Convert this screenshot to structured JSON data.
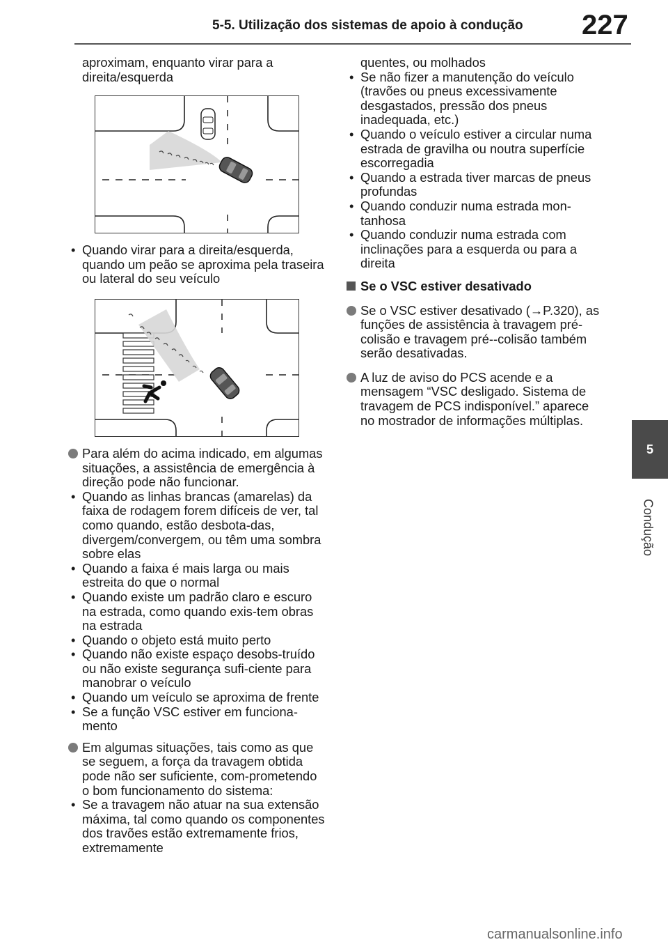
{
  "header": {
    "title": "5-5. Utilização dos sistemas de apoio à condução",
    "page_number": "227"
  },
  "side_tab": {
    "number": "5",
    "label": "Condução"
  },
  "left_column": {
    "intro": "aproximam, enquanto virar para a direita/esquerda",
    "bullet_pedestrian": "Quando virar para a direita/esquerda, quando um peão se aproxima pela traseira ou lateral do seu veículo",
    "circle_1": "Para além do acima indicado, em algumas situações, a assistência de emergência à direção pode não funcionar.",
    "bullets_1": [
      "Quando as linhas brancas (amarelas) da faixa de rodagem forem difíceis de ver, tal como quando, estão desbota-das, divergem/convergem, ou têm uma sombra sobre elas",
      "Quando a faixa é mais larga ou mais estreita do que o normal",
      "Quando existe um padrão claro e escuro na estrada, como quando exis-tem obras na estrada",
      "Quando o objeto está muito perto",
      "Quando não existe espaço desobs-truído ou não existe segurança sufi-ciente para manobrar o veículo",
      "Quando um veículo se aproxima de frente",
      "Se a função VSC estiver em funciona-mento"
    ],
    "circle_2": "Em algumas situações, tais como as que se seguem, a força da travagem obtida pode não ser suficiente, com-prometendo o bom funcionamento do sistema:",
    "bullets_2_first": "Se a travagem não atuar na sua extensão máxima, tal como quando os componentes dos travões estão extremamente frios, extremamente"
  },
  "right_column": {
    "continued": "quentes, ou molhados",
    "bullets": [
      "Se não fizer a manutenção do veículo (travões ou pneus excessivamente desgastados, pressão dos pneus inadequada, etc.)",
      "Quando o veículo estiver a circular numa estrada de gravilha ou noutra superfície escorregadia",
      "Quando a estrada tiver marcas de pneus profundas",
      "Quando conduzir numa estrada mon-tanhosa",
      "Quando conduzir numa estrada com inclinações para a esquerda ou para a direita"
    ],
    "section_heading": "Se o VSC estiver desativado",
    "circle_1": "Se o VSC estiver desativado (→P.320), as funções de assistência à travagem pré-colisão e travagem pré--colisão também serão desativadas.",
    "circle_2": "A luz de aviso do PCS acende e a mensagem “VSC desligado. Sistema de travagem de PCS indisponível.” aparece no mostrador de informações múltiplas."
  },
  "watermark": "carmanualsonline.info",
  "icons": {
    "figure_1": "vehicle-turning-with-oncoming-car-icon",
    "figure_2": "vehicle-turning-with-pedestrian-crossing-icon"
  }
}
